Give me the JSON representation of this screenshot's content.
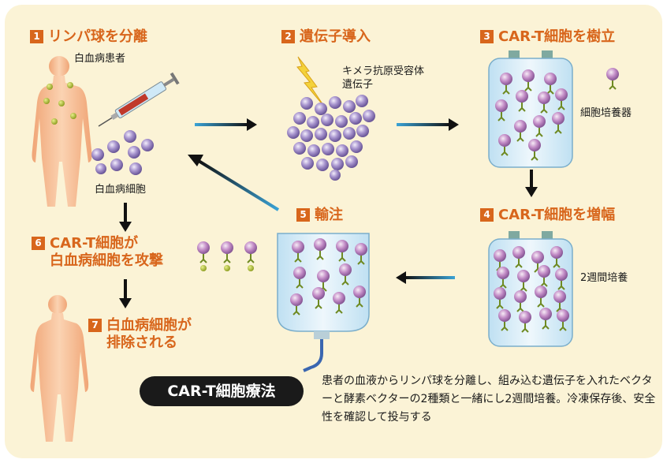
{
  "steps": {
    "s1": {
      "num": "1",
      "text": "リンパ球を分離"
    },
    "s2": {
      "num": "2",
      "text": "遺伝子導入"
    },
    "s3": {
      "num": "3",
      "text": "CAR-T細胞を樹立"
    },
    "s4": {
      "num": "4",
      "text": "CAR-T細胞を増幅"
    },
    "s5": {
      "num": "5",
      "text": "輸注"
    },
    "s6": {
      "num": "6",
      "line1": "CAR-T細胞が",
      "line2": "白血病細胞を攻撃"
    },
    "s7": {
      "num": "7",
      "line1": "白血病細胞が",
      "line2": "排除される"
    }
  },
  "labels": {
    "patient": "白血病患者",
    "leukemia_cells": "白血病細胞",
    "gene_line1": "キメラ抗原受容体",
    "gene_line2": "遺伝子",
    "culture_vessel": "細胞培養器",
    "two_weeks": "2週間培養"
  },
  "title_badge": "CAR-T細胞療法",
  "description": "患者の血液からリンパ球を分離し、組み込む遺伝子を入れたベクターと酵素ベクターの2種類と一緒にし2週間培養。冷凍保存後、安全性を確認して投与する",
  "colors": {
    "accent_orange": "#d8661c",
    "background": "#fbf3d6",
    "cell_purple": "#9b86c4",
    "arrow_blue": "#3aa3d6",
    "skin": "#f6b88a"
  }
}
